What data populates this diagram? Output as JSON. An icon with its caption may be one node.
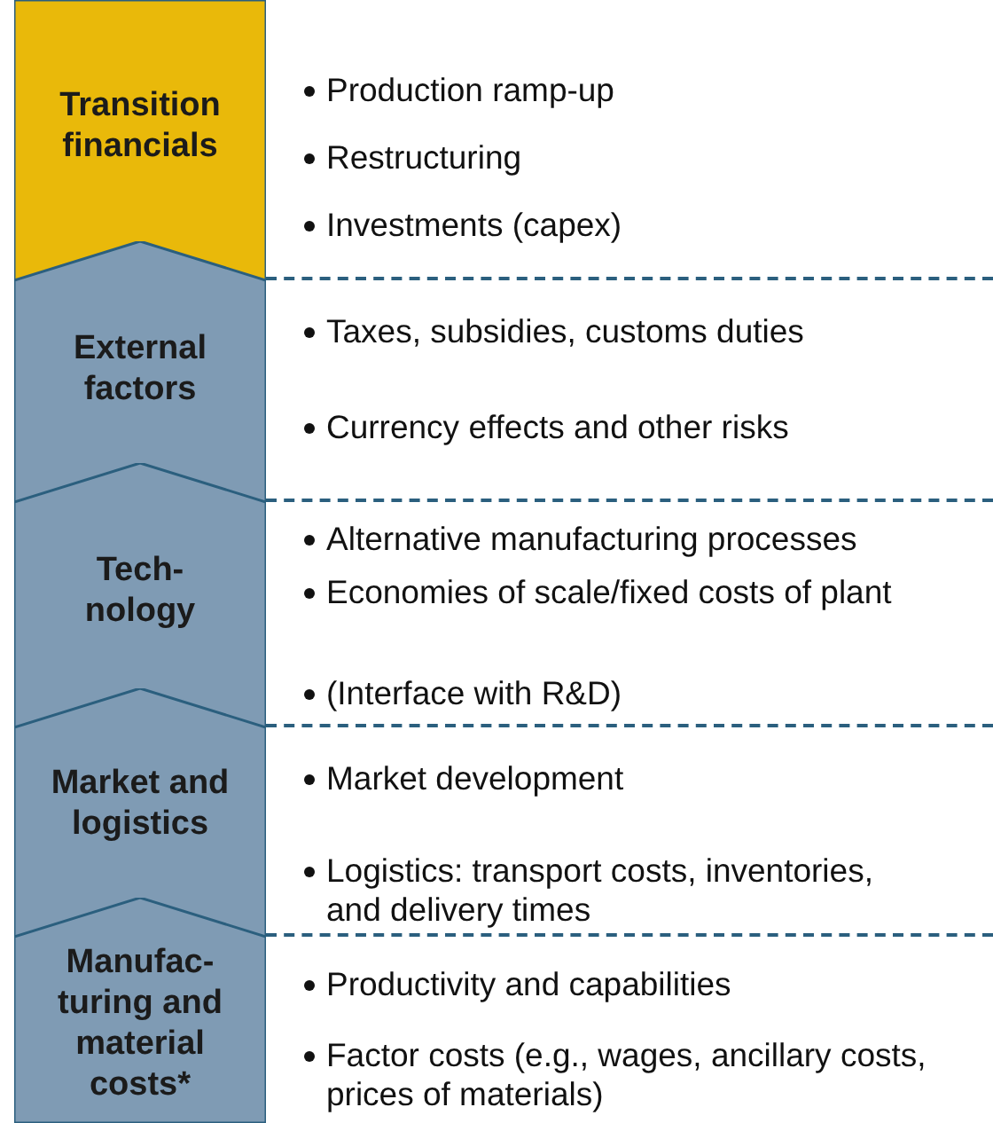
{
  "diagram": {
    "nodes": [
      {
        "text": [
          "Transition financials"
        ],
        "beside": [
          "Production ramp-up",
          "Restructuring",
          "Investments (capex)"
        ]
      },
      {
        "text": [
          "External factors"
        ],
        "beside": [
          "Taxes, subsidies, customs duties",
          "Currency effects and other risks"
        ]
      },
      {
        "text": [
          "Tech-nology"
        ],
        "beside": [
          "Alternative manufacturing processes",
          "Economies of scale/fixed costs of plant",
          "(Interface with R&D)"
        ]
      },
      {
        "text": [
          "Market and logistics"
        ],
        "beside": [
          "Market development",
          "Logistics: transport costs, inventories, and delivery times"
        ]
      },
      {
        "text": [
          "Manufac-turing and material costs*"
        ],
        "beside": [
          "Productivity and capabilities",
          "Factor costs (e.g., wages, ancillary costs, prices of materials)"
        ]
      }
    ]
  }
}
